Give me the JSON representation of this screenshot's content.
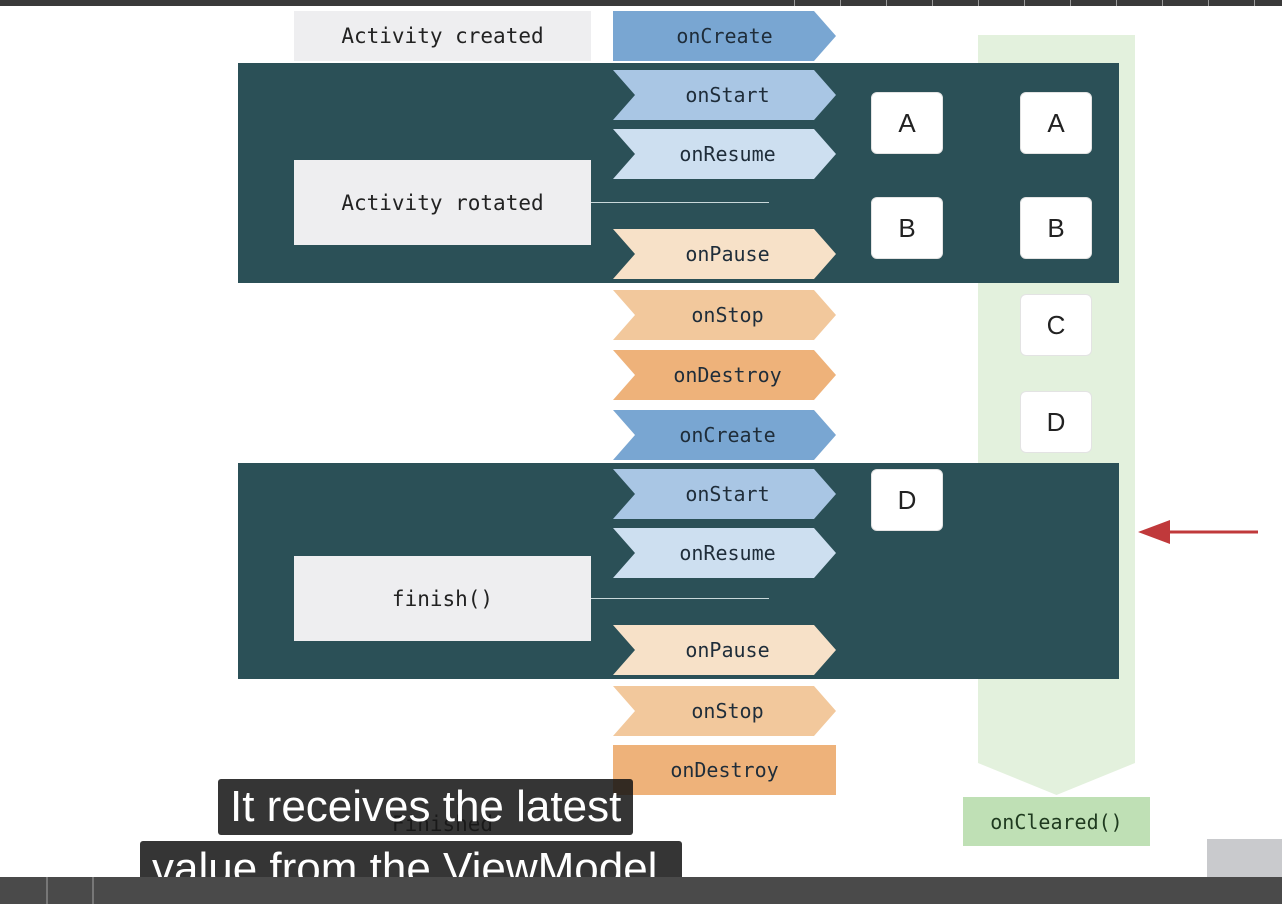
{
  "states": {
    "created": "Activity created",
    "rotated": "Activity rotated",
    "finish": "finish()",
    "finished": "Finished"
  },
  "lifecycle": {
    "on_create": "onCreate",
    "on_start": "onStart",
    "on_resume": "onResume",
    "on_pause": "onPause",
    "on_stop": "onStop",
    "on_destroy": "onDestroy"
  },
  "events": {
    "a": "A",
    "b": "B",
    "c": "C",
    "d": "D"
  },
  "viewmodel": {
    "on_cleared": "onCleared()"
  },
  "caption": {
    "line1": "It receives the latest",
    "line2": "value from the ViewModel."
  },
  "colors": {
    "band": "#2b5057",
    "blue": "#79a6d2",
    "light_blue": "#a9c6e4",
    "pale_blue": "#cddff0",
    "pale_orange": "#f7e1c8",
    "orange": "#f2c89c",
    "dark_orange": "#eeb27a",
    "viewmodel_bar": "#e3f1dd",
    "on_cleared": "#bfe0b5",
    "arrow": "#c0393b"
  }
}
